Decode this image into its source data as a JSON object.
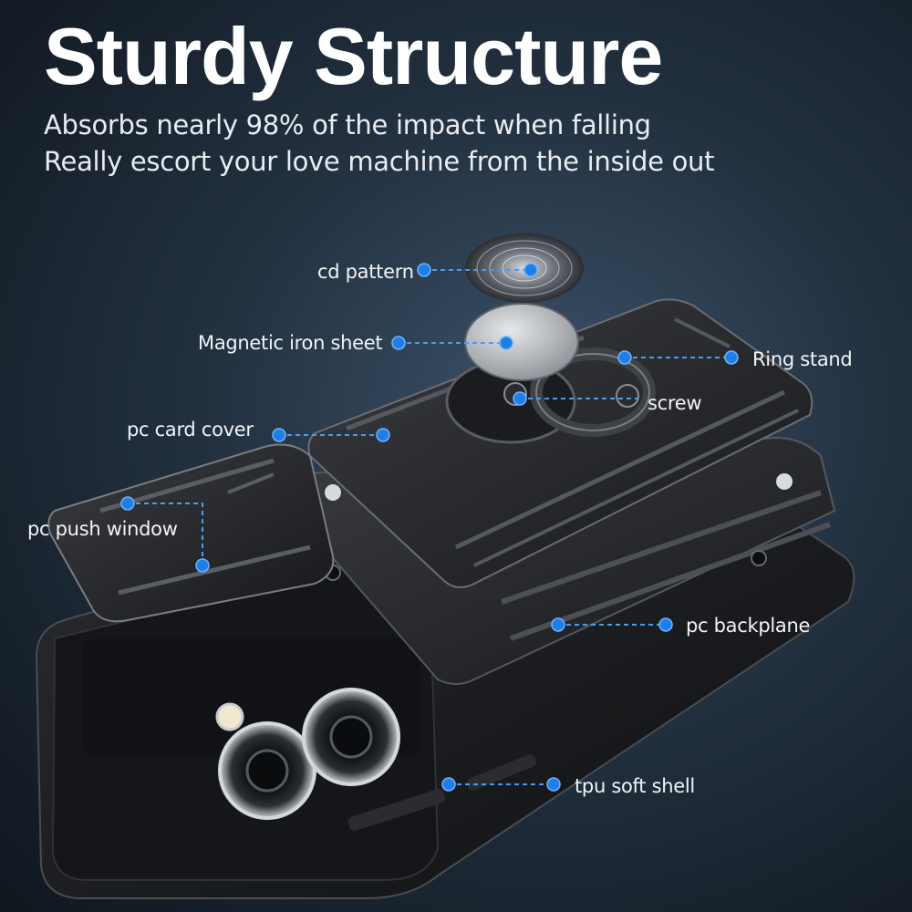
{
  "headline": "Sturdy Structure",
  "subtitle_lines": [
    "Absorbs nearly 98% of the impact when falling",
    "Really escort your love machine from the inside out"
  ],
  "callouts": {
    "cd_pattern": "cd pattern",
    "magnetic_iron_sheet": "Magnetic iron sheet",
    "ring_stand": "Ring stand",
    "screw": "screw",
    "pc_card_cover": "pc card cover",
    "pc_push_window": "pc push window",
    "pc_backplane": "pc backplane",
    "tpu_soft_shell": "tpu soft shell"
  },
  "colors": {
    "callout_dot": "#1f7fe6",
    "callout_line": "#4a9cf2",
    "text": "#ffffff"
  }
}
